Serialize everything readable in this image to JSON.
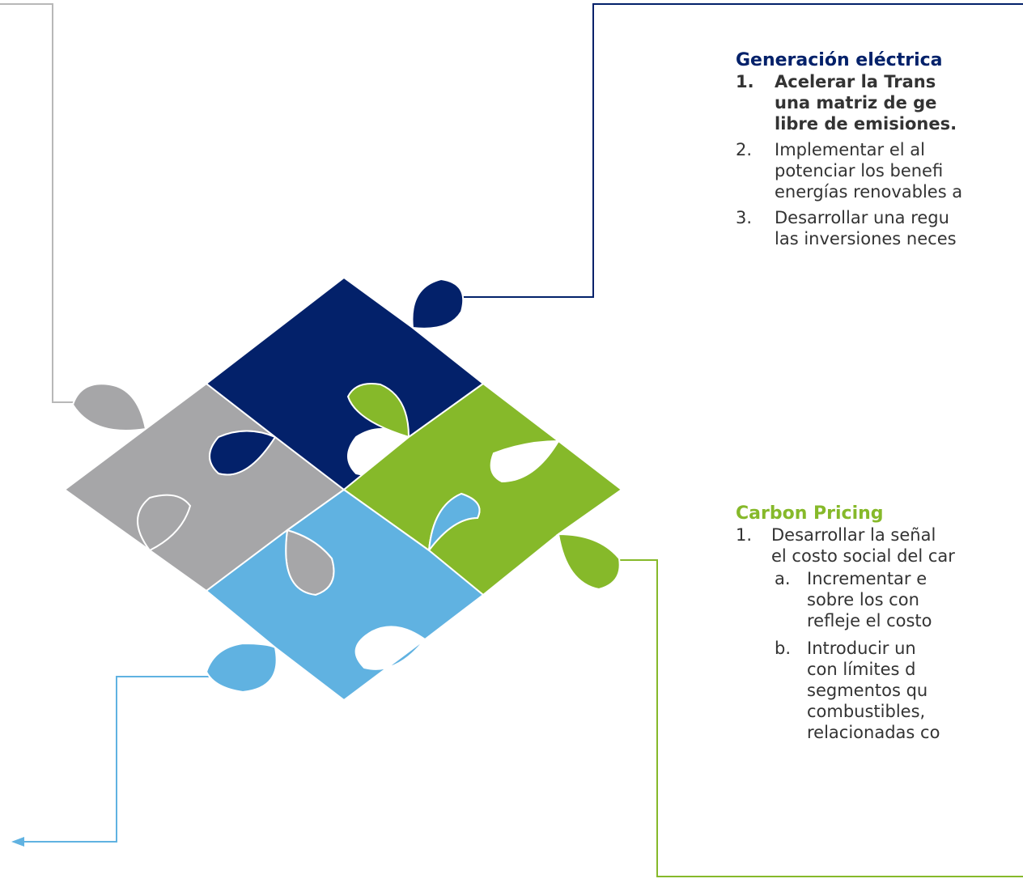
{
  "colors": {
    "navy": "#03216a",
    "green": "#86b92a",
    "gray": "#a6a6a8",
    "light_blue": "#60b2e1",
    "gray_line": "#b8b8b8",
    "text": "#333333"
  },
  "generacion": {
    "heading": "Generación eléctrica",
    "items": [
      {
        "num": "1.",
        "lines": [
          "Acelerar la Trans",
          "una matriz de ge",
          "libre de emisiones."
        ]
      },
      {
        "num": "2.",
        "lines": [
          "Implementar el al",
          "potenciar los benefi",
          "energías renovables a"
        ]
      },
      {
        "num": "3.",
        "lines": [
          "Desarrollar una regu",
          "las inversiones neces"
        ]
      }
    ]
  },
  "carbon": {
    "heading": "Carbon Pricing",
    "items": [
      {
        "num": "1.",
        "lines": [
          "Desarrollar la señal",
          "el costo social del car"
        ]
      }
    ],
    "subitems": [
      {
        "num": "a.",
        "lines": [
          "Incrementar e",
          "sobre los con",
          "refleje el costo"
        ]
      },
      {
        "num": "b.",
        "lines": [
          "Introducir un",
          "con límites d",
          "segmentos qu",
          "combustibles,",
          "relacionadas co"
        ]
      }
    ]
  }
}
